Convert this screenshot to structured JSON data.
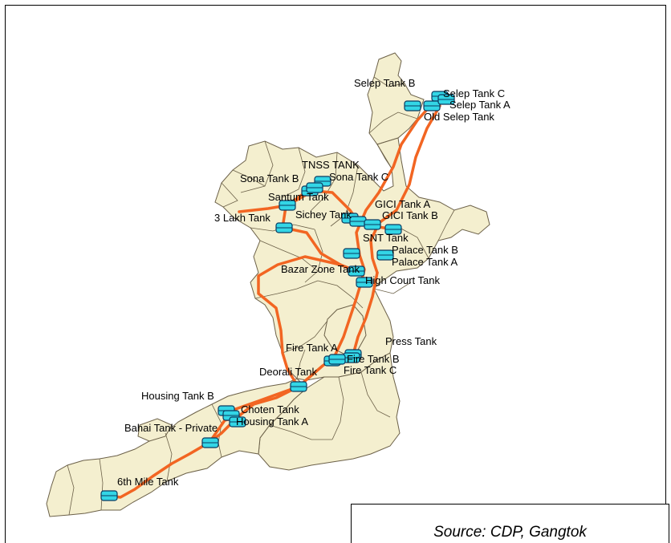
{
  "map": {
    "land_color": "#f4efcf",
    "ward_border_color": "#6b6048",
    "pipeline_color": "#f26522",
    "tank_color": "#33d6e6",
    "tank_border_color": "#0a3a60",
    "tanks": [
      {
        "id": "selep-tank-b",
        "label": "Selep Tank B"
      },
      {
        "id": "selep-tank-c",
        "label": "Selep Tank C"
      },
      {
        "id": "selep-tank-a",
        "label": "Selep Tank A"
      },
      {
        "id": "old-selep-tank",
        "label": "Old Selep Tank"
      },
      {
        "id": "tnss-tank",
        "label": "TNSS TANK"
      },
      {
        "id": "sona-tank-b",
        "label": "Sona Tank B"
      },
      {
        "id": "sona-tank-c",
        "label": "Sona Tank C"
      },
      {
        "id": "santum-tank",
        "label": "Santum Tank"
      },
      {
        "id": "3-lakh-tank",
        "label": "3 Lakh Tank"
      },
      {
        "id": "sichey-tank",
        "label": "Sichey Tank"
      },
      {
        "id": "gici-tank-a",
        "label": "GICI Tank A"
      },
      {
        "id": "gici-tank-b",
        "label": "GICI Tank B"
      },
      {
        "id": "snt-tank",
        "label": "SNT Tank"
      },
      {
        "id": "palace-tank-b",
        "label": "Palace Tank B"
      },
      {
        "id": "palace-tank-a",
        "label": "Palace Tank A"
      },
      {
        "id": "bazar-zone-tank",
        "label": "Bazar Zone Tank"
      },
      {
        "id": "high-court-tank",
        "label": "High Court Tank"
      },
      {
        "id": "press-tank",
        "label": "Press Tank"
      },
      {
        "id": "fire-tank-a",
        "label": "Fire Tank A"
      },
      {
        "id": "fire-tank-b",
        "label": "Fire Tank B"
      },
      {
        "id": "fire-tank-c",
        "label": "Fire Tank C"
      },
      {
        "id": "deorali-tank",
        "label": "Deorali Tank"
      },
      {
        "id": "housing-tank-b",
        "label": "Housing Tank B"
      },
      {
        "id": "choten-tank",
        "label": "Choten Tank"
      },
      {
        "id": "housing-tank-a",
        "label": "Housing Tank A"
      },
      {
        "id": "bahai-tank-private",
        "label": "Bahai Tank - Private"
      },
      {
        "id": "6th-mile-tank",
        "label": "6th Mile Tank"
      }
    ]
  },
  "source": {
    "text": "Source: CDP, Gangtok"
  }
}
